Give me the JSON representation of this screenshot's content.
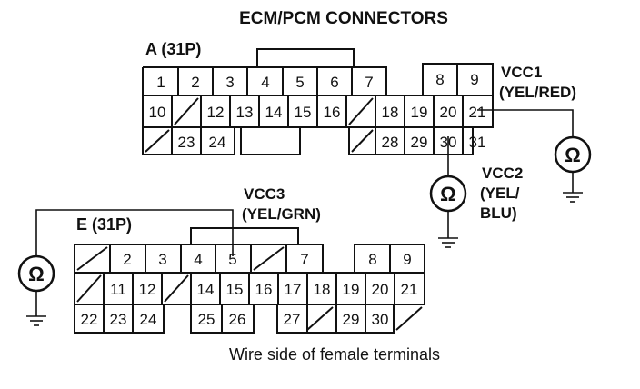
{
  "title": "ECM/PCM CONNECTORS",
  "footer": "Wire side of female terminals",
  "connector_a": {
    "label": "A (31P)",
    "rows": [
      [
        "1",
        "2",
        "3",
        "4",
        "5",
        "6",
        "7",
        "8",
        "9"
      ],
      [
        "10",
        "",
        "12",
        "13",
        "14",
        "15",
        "16",
        "",
        "18",
        "19",
        "20",
        "21"
      ],
      [
        "",
        "23",
        "24",
        "",
        "28",
        "29",
        "30",
        "31"
      ]
    ]
  },
  "connector_e": {
    "label": "E (31P)",
    "rows": [
      [
        "",
        "2",
        "3",
        "4",
        "5",
        "",
        "7",
        "8",
        "9"
      ],
      [
        "",
        "11",
        "12",
        "",
        "14",
        "15",
        "16",
        "17",
        "18",
        "19",
        "20",
        "21"
      ],
      [
        "22",
        "23",
        "24",
        "25",
        "26",
        "27",
        "",
        "29",
        "30",
        ""
      ]
    ]
  },
  "vcc1": {
    "line1": "VCC1",
    "line2": "(YEL/RED)"
  },
  "vcc2": {
    "line1": "VCC2",
    "line2": "(YEL/",
    "line3": "BLU)"
  },
  "vcc3": {
    "line1": "VCC3",
    "line2": "(YEL/GRN)"
  },
  "meter_symbol": "Ω"
}
